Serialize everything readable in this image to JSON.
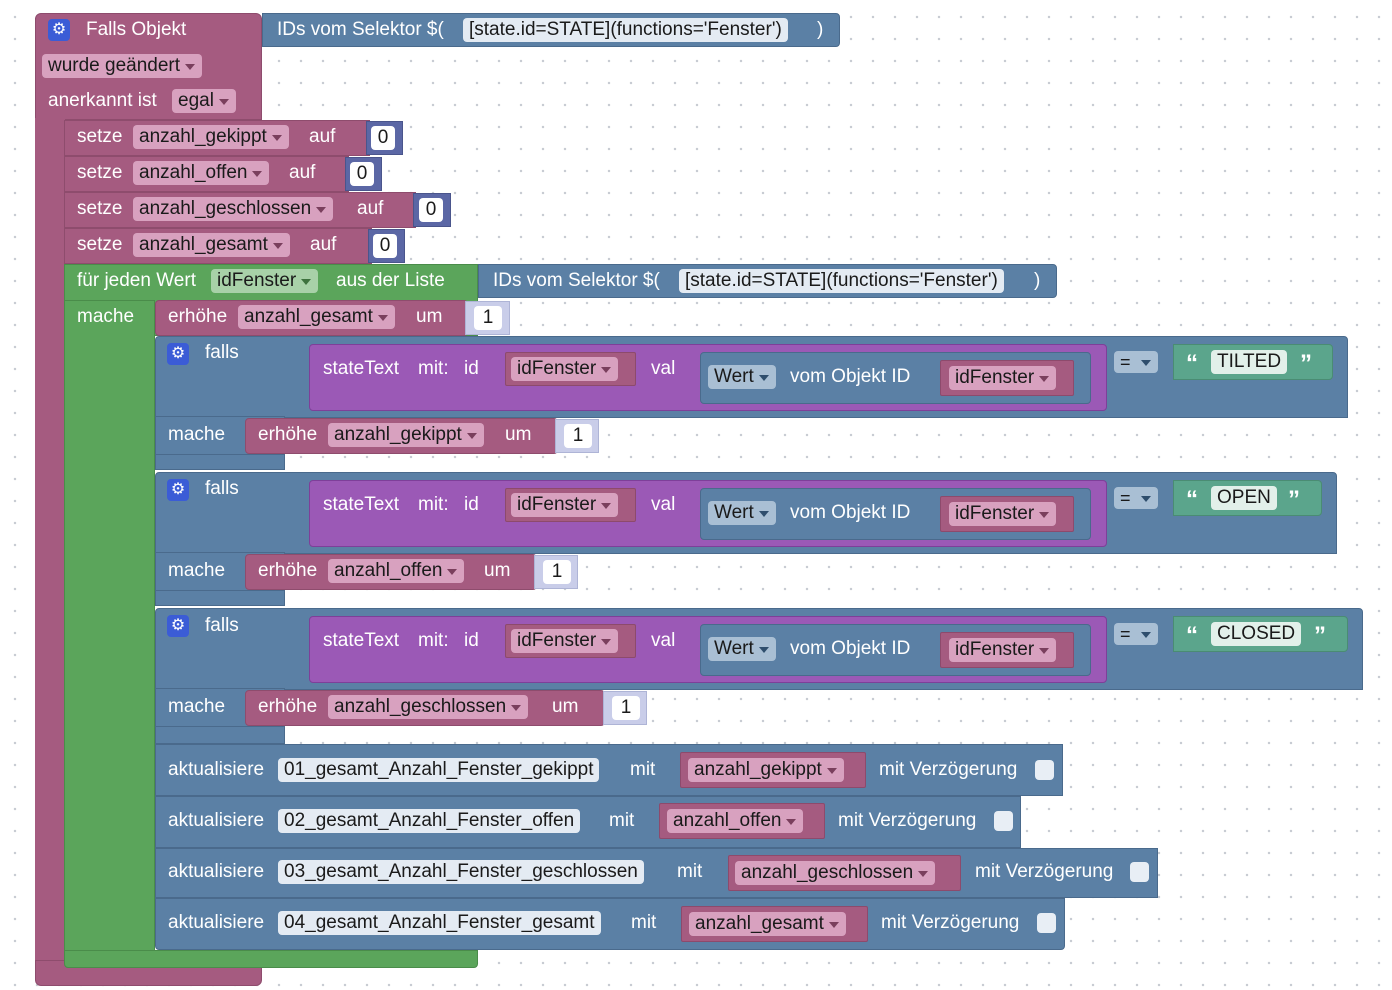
{
  "event": {
    "title": "Falls Objekt",
    "trigger_dropdown": "wurde geändert",
    "ack_label": "anerkannt ist",
    "ack_dropdown": "egal",
    "selector_label": "IDs vom Selektor $(",
    "selector_value": "[state.id=STATE](functions='Fenster')",
    "selector_close": ")"
  },
  "labels": {
    "set": "setze",
    "to": "auf",
    "increase": "erhöhe",
    "by": "um",
    "if": "falls",
    "do": "mache",
    "statetext": "stateText",
    "with": "mit:",
    "id": "id",
    "val": "val",
    "of_object": "vom Objekt ID",
    "update": "aktualisiere",
    "mit": "mit",
    "delay": "mit Verzögerung",
    "eq": "=",
    "qopen": "“",
    "qclose": "”"
  },
  "init": [
    {
      "var": "anzahl_gekippt",
      "value": "0"
    },
    {
      "var": "anzahl_offen",
      "value": "0"
    },
    {
      "var": "anzahl_geschlossen",
      "value": "0"
    },
    {
      "var": "anzahl_gesamt",
      "value": "0"
    }
  ],
  "loop": {
    "label": "für jeden Wert",
    "var": "idFenster",
    "list_label": "aus der Liste",
    "body_increase_var": "anzahl_gesamt",
    "body_increase_value": "1"
  },
  "conditions": [
    {
      "state_var": "idFenster",
      "value_type": "Wert",
      "object_var": "idFenster",
      "text": "TILTED",
      "increase_var": "anzahl_gekippt",
      "increase_value": "1"
    },
    {
      "state_var": "idFenster",
      "value_type": "Wert",
      "object_var": "idFenster",
      "text": "OPEN",
      "increase_var": "anzahl_offen",
      "increase_value": "1"
    },
    {
      "state_var": "idFenster",
      "value_type": "Wert",
      "object_var": "idFenster",
      "text": "CLOSED",
      "increase_var": "anzahl_geschlossen",
      "increase_value": "1"
    }
  ],
  "updates": [
    {
      "target": "01_gesamt_Anzahl_Fenster_gekippt",
      "var": "anzahl_gekippt"
    },
    {
      "target": "02_gesamt_Anzahl_Fenster_offen",
      "var": "anzahl_offen"
    },
    {
      "target": "03_gesamt_Anzahl_Fenster_geschlossen",
      "var": "anzahl_geschlossen"
    },
    {
      "target": "04_gesamt_Anzahl_Fenster_gesamt",
      "var": "anzahl_gesamt"
    }
  ]
}
